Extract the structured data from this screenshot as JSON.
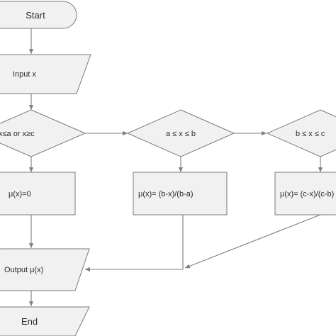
{
  "nodes": {
    "start": "Start",
    "input": "Input  x",
    "decision1": "x≤a  or  x≥c",
    "decision2": "a ≤ x ≤ b",
    "decision3": "b ≤ x ≤ c",
    "mu_zero": "μ(x)=0",
    "mu_left": "μ(x)=  (b-x)/(b-a)",
    "mu_right": "μ(x)=  (c-x)/(c-b)",
    "output": "Output μ(x)",
    "end": "End"
  },
  "colors": {
    "node_fill": "#f1f1f1",
    "node_stroke": "#7a7a7a",
    "edge": "#7f7f7f",
    "text": "#2a2a2a"
  }
}
